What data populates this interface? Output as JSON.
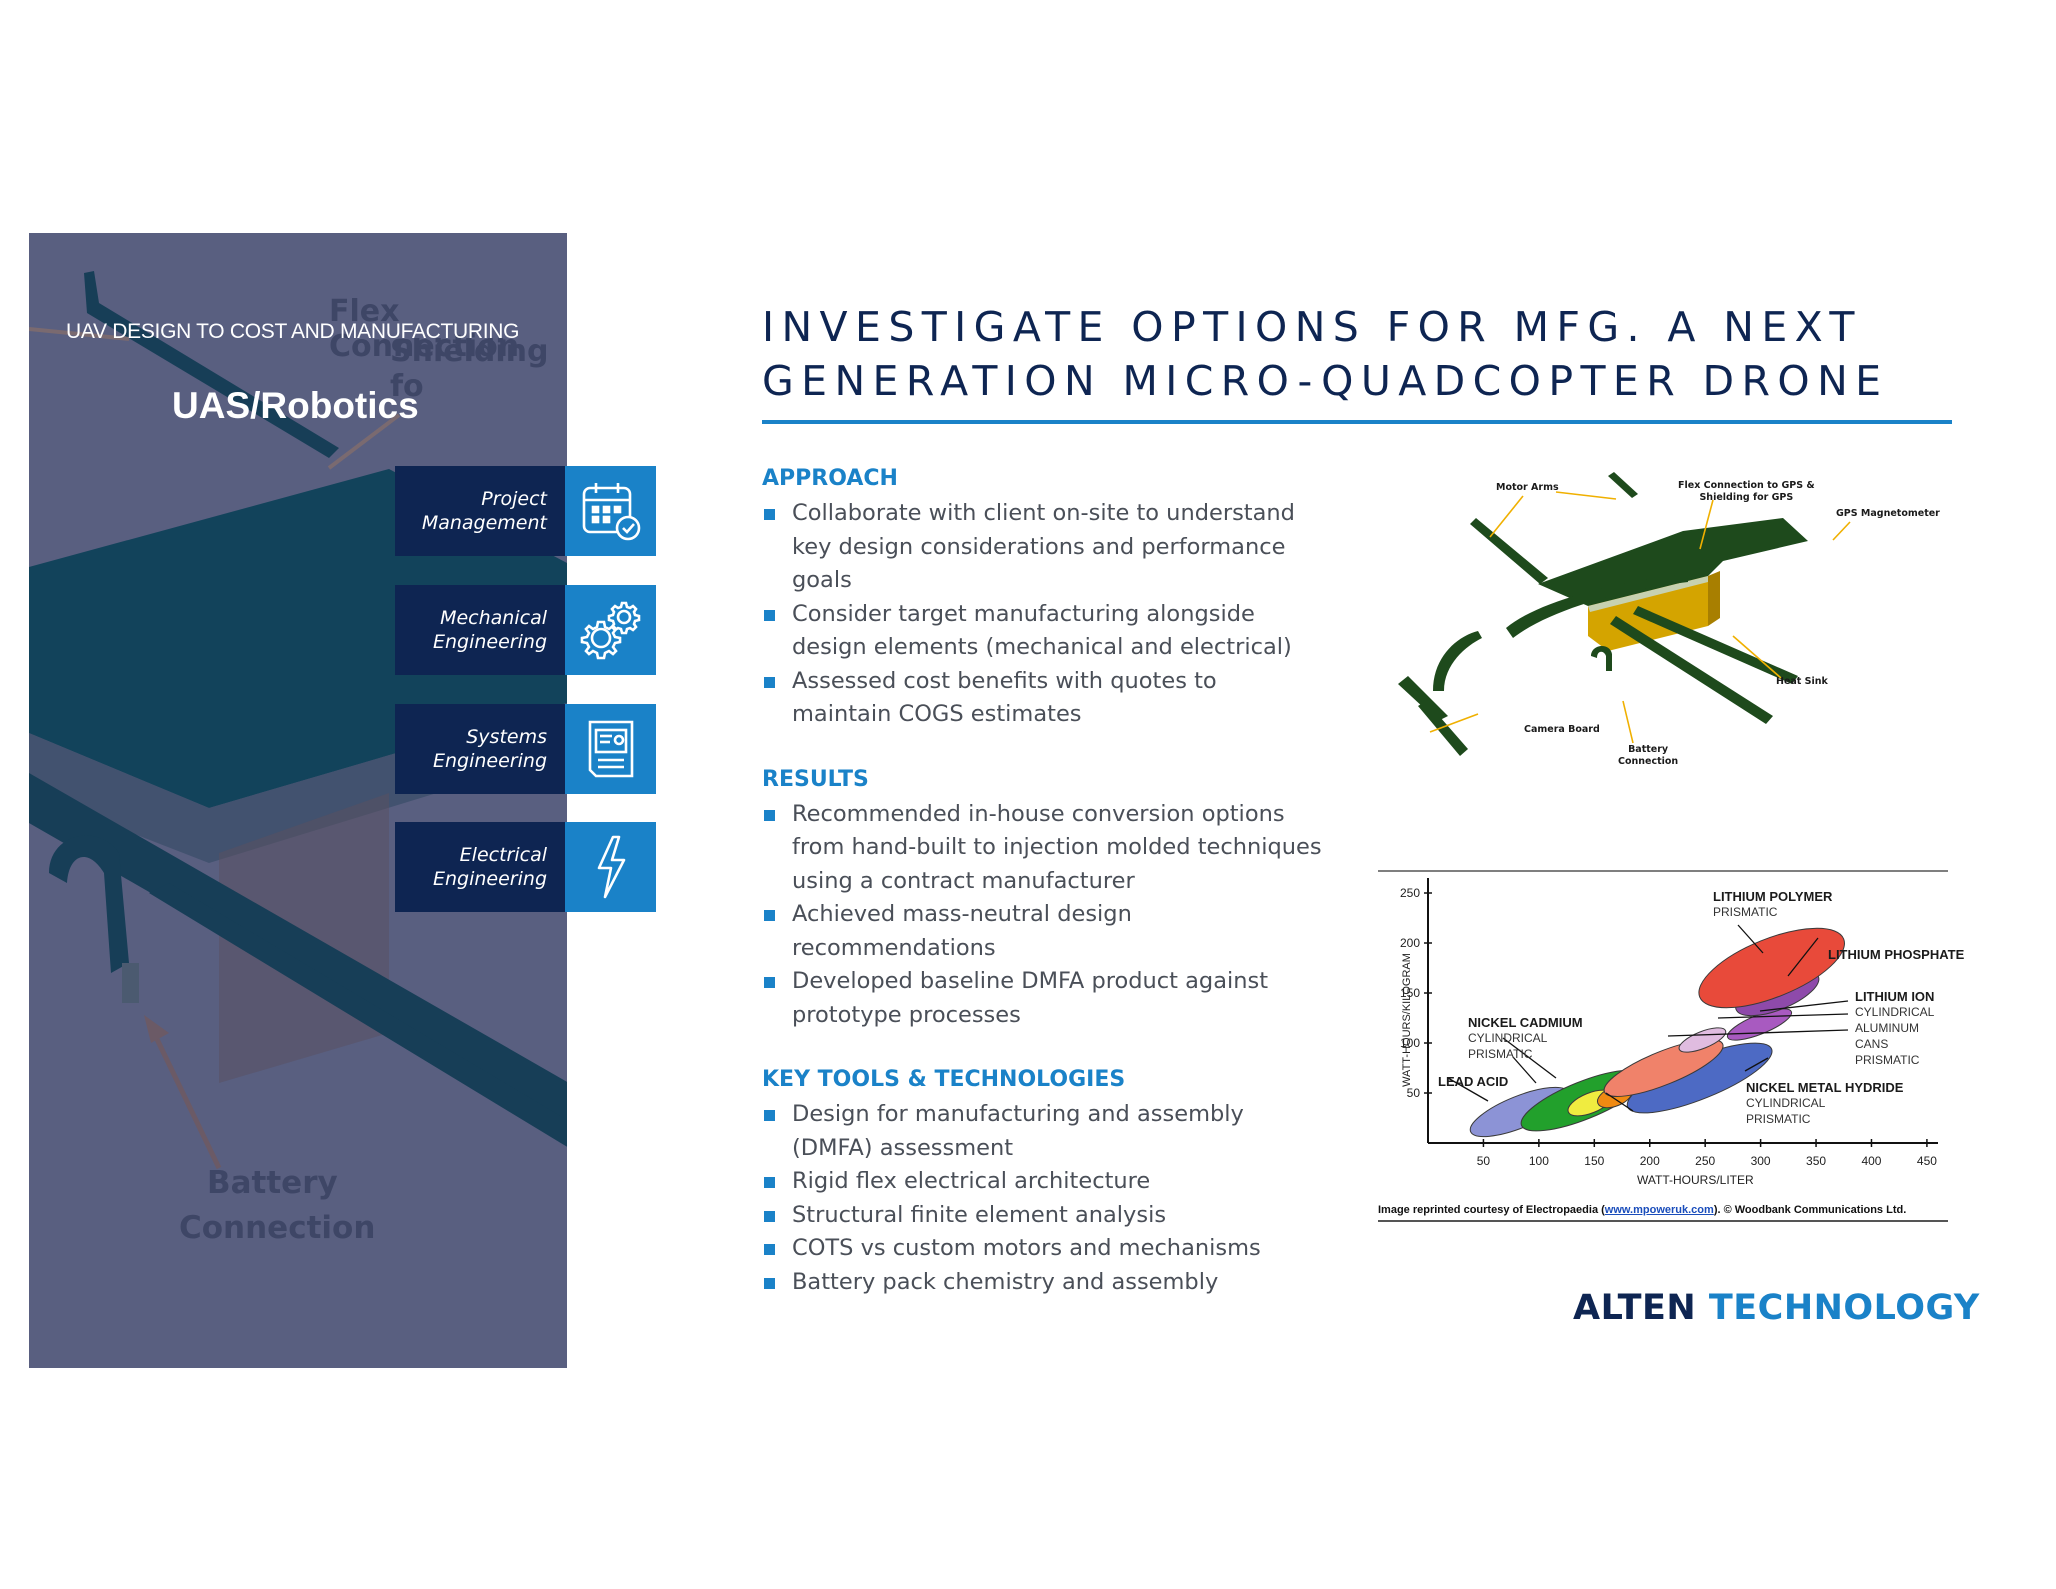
{
  "left_panel": {
    "eyebrow": "UAV DESIGN TO COST AND MANUFACTURING",
    "title": "UAS/Robotics",
    "background_labels": {
      "flex_line1": "Flex Connection",
      "flex_line2": "Shielding fo",
      "battery_line1": "Battery",
      "battery_line2": "Connection"
    },
    "services": [
      {
        "label": "Project\nManagement",
        "icon": "calendar-check-icon"
      },
      {
        "label": "Mechanical\nEngineering",
        "icon": "gears-icon"
      },
      {
        "label": "Systems\nEngineering",
        "icon": "certificate-document-icon"
      },
      {
        "label": "Electrical\nEngineering",
        "icon": "lightning-bolt-icon"
      }
    ]
  },
  "headline": {
    "line1": "INVESTIGATE OPTIONS FOR MFG. A NEXT",
    "line2": "GENERATION MICRO-QUADCOPTER DRONE"
  },
  "sections": [
    {
      "heading": "APPROACH",
      "bullets": [
        "Collaborate with client on-site to understand key design considerations and performance goals",
        "Consider target manufacturing alongside design elements (mechanical and electrical)",
        "Assessed cost benefits with quotes to maintain COGS estimates"
      ]
    },
    {
      "heading": "RESULTS",
      "bullets": [
        "Recommended in-house conversion options from hand-built to injection molded techniques using a contract manufacturer",
        "Achieved mass-neutral design recommendations",
        "Developed baseline DMFA product against prototype processes"
      ]
    },
    {
      "heading": "KEY TOOLS & TECHNOLOGIES",
      "bullets": [
        "Design for manufacturing and assembly (DMFA) assessment",
        "Rigid flex electrical architecture",
        "Structural finite element analysis",
        "COTS vs custom motors and mechanisms",
        "Battery pack chemistry and assembly"
      ]
    }
  ],
  "drone_diagram": {
    "labels": {
      "motor_arms": "Motor Arms",
      "flex": "Flex Connection to GPS &\nShielding for GPS",
      "gps": "GPS Magnetometer",
      "heat_sink": "Heat Sink",
      "camera": "Camera Board",
      "battery": "Battery\nConnection"
    }
  },
  "chart_data": {
    "type": "scatter",
    "title": "",
    "xlabel": "WATT-HOURS/LITER",
    "ylabel": "WATT-HOURS/KILOGRAM",
    "xlim": [
      0,
      460
    ],
    "ylim": [
      0,
      260
    ],
    "xticks": [
      50,
      100,
      150,
      200,
      250,
      300,
      350,
      400,
      450
    ],
    "yticks": [
      50,
      100,
      150,
      200,
      250
    ],
    "series": [
      {
        "name": "LEAD ACID",
        "x_range": [
          35,
          130
        ],
        "y_range": [
          12,
          50
        ],
        "color": "#8c93d6"
      },
      {
        "name": "NICKEL CADMIUM CYLINDRICAL",
        "x_range": [
          80,
          200
        ],
        "y_range": [
          20,
          65
        ],
        "color": "#22a02c"
      },
      {
        "name": "NICKEL CADMIUM PRISMATIC",
        "x_range": [
          125,
          168
        ],
        "y_range": [
          28,
          52
        ],
        "color": "#f0ec40"
      },
      {
        "name": "NICKEL CADMIUM (ORANGE)",
        "x_range": [
          152,
          185
        ],
        "y_range": [
          35,
          58
        ],
        "color": "#f08a12"
      },
      {
        "name": "NICKEL METAL HYDRIDE",
        "x_range": [
          175,
          315
        ],
        "y_range": [
          40,
          90
        ],
        "color": "#4d6ac4"
      },
      {
        "name": "LITHIUM ION PRISMATIC",
        "x_range": [
          155,
          270
        ],
        "y_range": [
          55,
          95
        ],
        "color": "#f0826a"
      },
      {
        "name": "LITHIUM ION ALUMINUM CANS",
        "x_range": [
          225,
          270
        ],
        "y_range": [
          93,
          113
        ],
        "color": "#e0bce0"
      },
      {
        "name": "LITHIUM ION CYLINDRICAL",
        "x_range": [
          268,
          330
        ],
        "y_range": [
          107,
          130
        ],
        "color": "#a85ac0"
      },
      {
        "name": "LITHIUM PHOSPHATE",
        "x_range": [
          275,
          355
        ],
        "y_range": [
          130,
          170
        ],
        "color": "#8e4aaa"
      },
      {
        "name": "LITHIUM POLYMER PRISMATIC",
        "x_range": [
          240,
          380
        ],
        "y_range": [
          140,
          210
        ],
        "color": "#e84a3a"
      }
    ],
    "annotations": [
      {
        "name": "LITHIUM POLYMER",
        "sub": "PRISMATIC"
      },
      {
        "name": "LITHIUM PHOSPHATE",
        "sub": ""
      },
      {
        "name": "LITHIUM ION",
        "sub": "CYLINDRICAL\nALUMINUM CANS\nPRISMATIC"
      },
      {
        "name": "NICKEL CADMIUM",
        "sub": "CYLINDRICAL\nPRISMATIC"
      },
      {
        "name": "LEAD ACID",
        "sub": ""
      },
      {
        "name": "NICKEL METAL HYDRIDE",
        "sub": "CYLINDRICAL\nPRISMATIC"
      }
    ],
    "credit_prefix": "Image reprinted courtesy of Electropaedia (",
    "credit_link": "www.mpoweruk.com",
    "credit_suffix": "). © Woodbank Communications Ltd."
  },
  "logo": {
    "word1": "ALTEN",
    "word2": "TECHNOLOGY"
  },
  "colors": {
    "navy": "#0e2552",
    "accent_blue": "#1a82c8",
    "panel": "#595f80",
    "board_green": "#1e4a1c",
    "heat_sink": "#d4a400"
  }
}
